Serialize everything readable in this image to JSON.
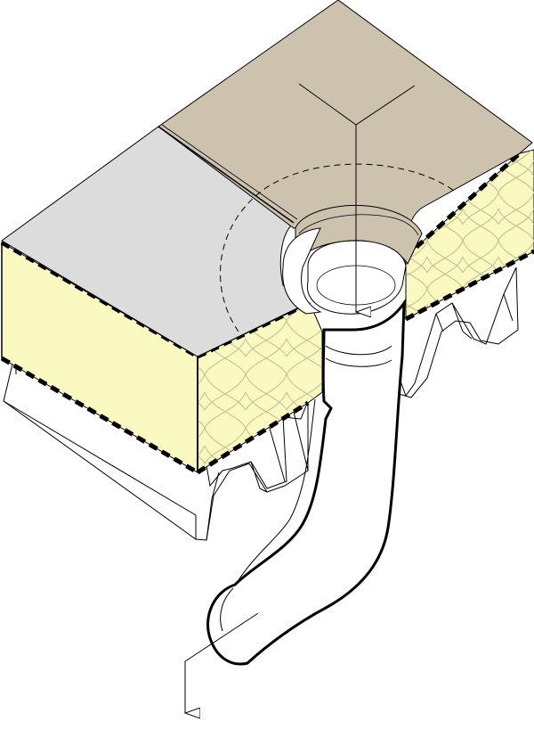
{
  "diagram": {
    "subject": "roof-drain-axonometric-detail",
    "colors": {
      "membrane_gray": "#dcdcdc",
      "roof_tan": "#cdc2ae",
      "insulation_yellow": "#fbf9c2",
      "deck_white": "#ffffff",
      "pipe_white": "#ffffff",
      "outline": "#000000"
    },
    "components": [
      {
        "id": "roof-membrane",
        "icon": "membrane-surface"
      },
      {
        "id": "roof-surface",
        "icon": "tan-surface"
      },
      {
        "id": "insulation-layer",
        "icon": "insulation-batt"
      },
      {
        "id": "steel-deck",
        "icon": "trapezoidal-deck"
      },
      {
        "id": "drain-outlet",
        "icon": "drain-bowl"
      },
      {
        "id": "downpipe",
        "icon": "bent-pipe"
      },
      {
        "id": "flow-arrow-in",
        "icon": "down-arrow"
      },
      {
        "id": "flow-arrow-out",
        "icon": "down-arrow"
      }
    ]
  }
}
